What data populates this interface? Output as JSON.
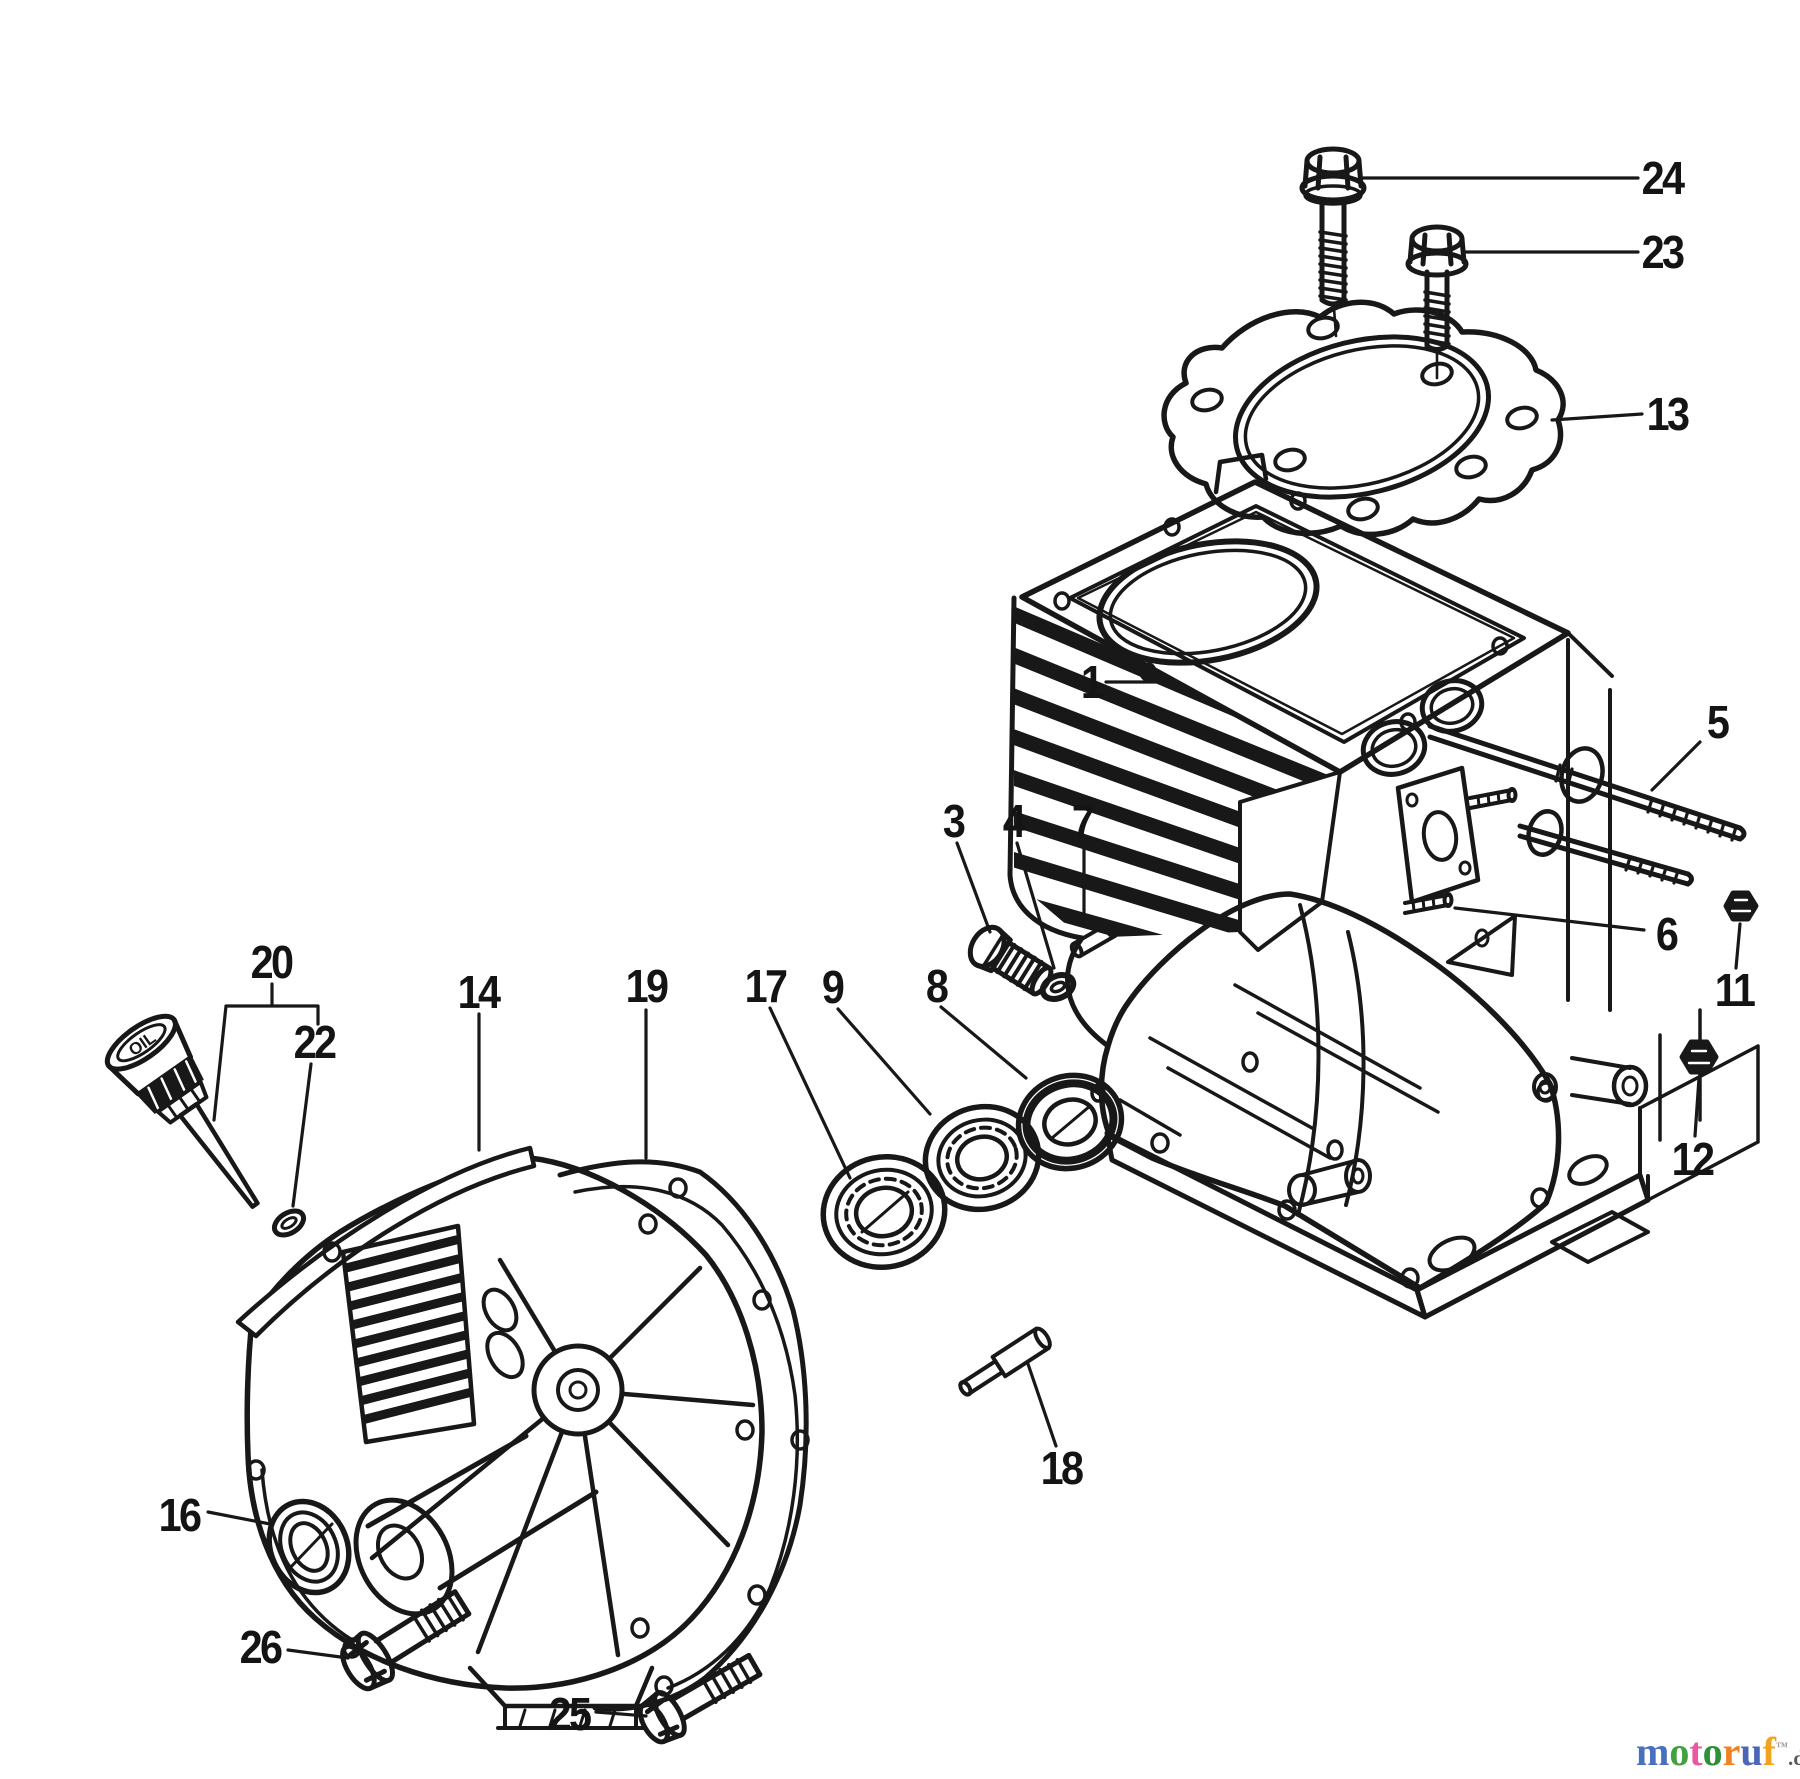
{
  "diagram": {
    "background": "#ffffff",
    "line_color": "#181818",
    "dipstick_cap_text": "OIL"
  },
  "callouts": [
    {
      "n": "24"
    },
    {
      "n": "23"
    },
    {
      "n": "13"
    },
    {
      "n": "1"
    },
    {
      "n": "5"
    },
    {
      "n": "3"
    },
    {
      "n": "4"
    },
    {
      "n": "7"
    },
    {
      "n": "6"
    },
    {
      "n": "11"
    },
    {
      "n": "20"
    },
    {
      "n": "14"
    },
    {
      "n": "19"
    },
    {
      "n": "17"
    },
    {
      "n": "9"
    },
    {
      "n": "8"
    },
    {
      "n": "22"
    },
    {
      "n": "12"
    },
    {
      "n": "18"
    },
    {
      "n": "16"
    },
    {
      "n": "26"
    },
    {
      "n": "25"
    }
  ],
  "watermark": {
    "letters": [
      {
        "ch": "m",
        "color": "#4a6fbf"
      },
      {
        "ch": "o",
        "color": "#3fa23f"
      },
      {
        "ch": "t",
        "color": "#e85aa0"
      },
      {
        "ch": "o",
        "color": "#2f8f3a"
      },
      {
        "ch": "r",
        "color": "#f08224"
      },
      {
        "ch": "u",
        "color": "#4a66b8"
      },
      {
        "ch": "f",
        "color": "#f2a31d"
      }
    ],
    "mark": "™",
    "suffix": ".de",
    "suffix_color": "#5a5a5a"
  }
}
